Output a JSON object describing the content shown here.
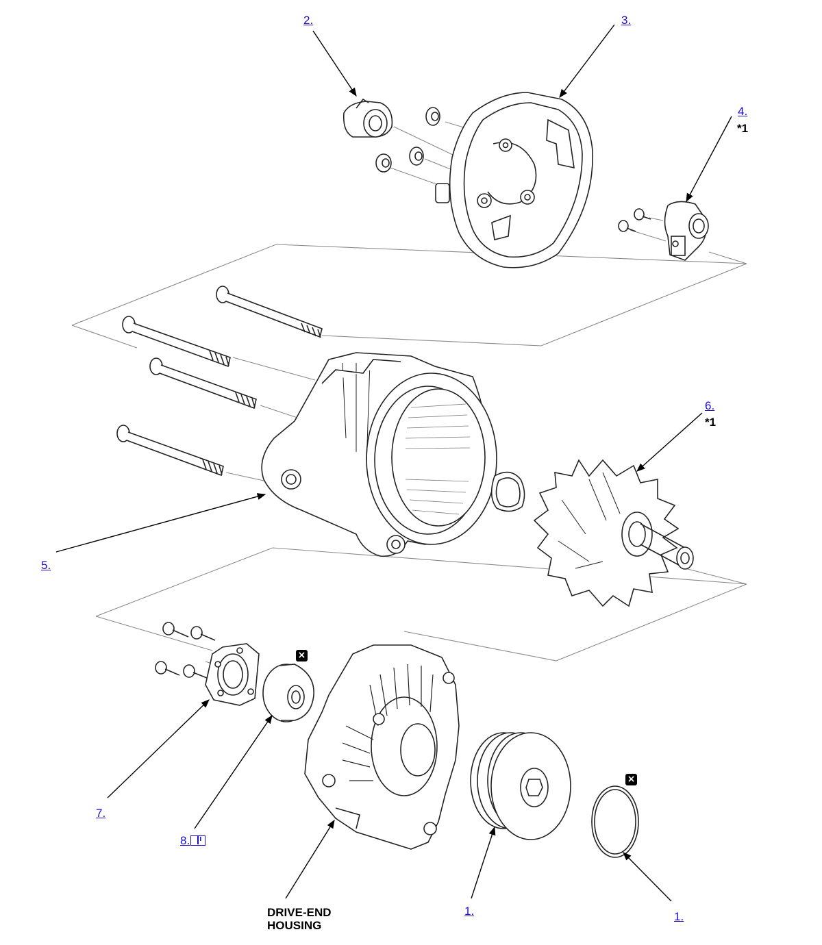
{
  "callouts": {
    "c1a": "1.",
    "c1b": "1.",
    "c2": "2.",
    "c3": "3.",
    "c4": "4.",
    "c5": "5.",
    "c6": "6.",
    "c7": "7.",
    "c8": "8."
  },
  "notes": {
    "n4": "*1",
    "n6": "*1"
  },
  "labels": {
    "drive_end_line1": "DRIVE-END",
    "drive_end_line2": "HOUSING"
  },
  "icons": {
    "replace_badge": "x-square-icon",
    "info_book": "book-info-icon"
  },
  "colors": {
    "link": "#1a0dcc",
    "line": "#000000",
    "guide": "#777777"
  }
}
